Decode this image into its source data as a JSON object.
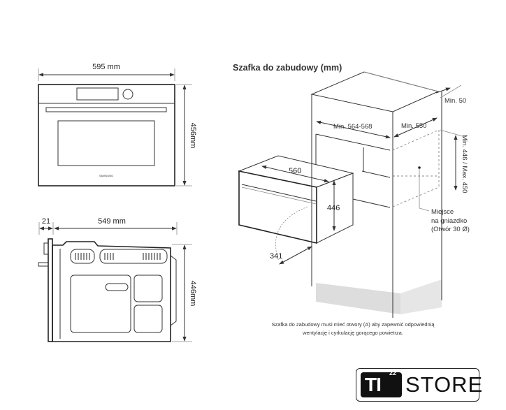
{
  "front_view": {
    "width_label": "595 mm",
    "height_label": "456mm",
    "brand_mark": "SAMSUNG"
  },
  "side_view": {
    "door_label": "21",
    "depth_label": "549 mm",
    "height_label": "446mm"
  },
  "cabinet": {
    "title": "Szafka do zabudowy (mm)",
    "min_50": "Min. 50",
    "min_width": "Min. 564-568",
    "min_depth": "Min. 550",
    "height_range": "Min. 446 / Max. 450",
    "oven_width": "560",
    "oven_height": "446",
    "door_swing": "341",
    "socket_line1": "Miejsce",
    "socket_line2": "na gniazdko",
    "socket_line3": "(Otwór 30 Ø)"
  },
  "note": {
    "line1": "Szafka do zabudowy musi mieć otwory (A) aby zapewnić odpowiednią",
    "line2": "wentylację i cyrkulację gorącego powietrza."
  },
  "logo": {
    "text": "TI",
    "superscript": "22",
    "store": "STORE"
  }
}
